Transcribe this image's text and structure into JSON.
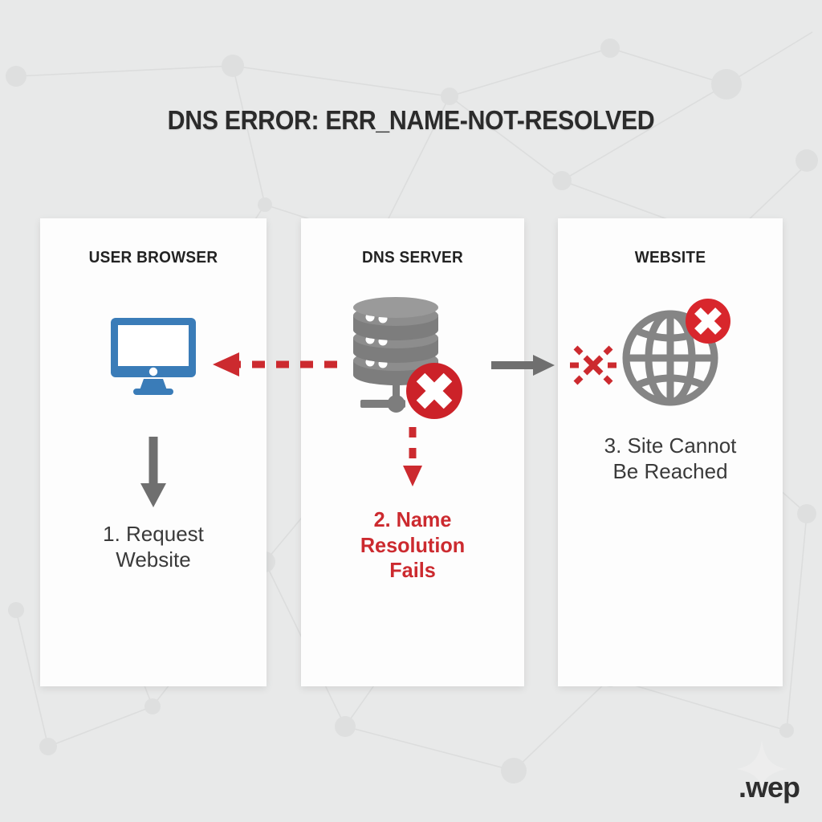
{
  "diagram": {
    "title": "DNS ERROR: ERR_NAME-NOT-RESOLVED",
    "background_color": "#e8e9e9",
    "panel_color": "#fdfdfd",
    "accent_error_color": "#cc2a2f",
    "accent_browser_color": "#3a7cb8",
    "accent_neutral_color": "#7d7d7d"
  },
  "panels": [
    {
      "id": "user-browser",
      "heading": "USER BROWSER",
      "icon": "desktop-monitor-icon",
      "caption_line_1": "1. Request",
      "caption_line_2": "Website",
      "caption_color": "#3a3a3a",
      "step_number": "1"
    },
    {
      "id": "dns-server",
      "heading": "DNS SERVER",
      "icon": "database-server-icon",
      "badge_icon": "error-x-badge-icon",
      "caption_line_1": "2. Name",
      "caption_line_2": "Resolution",
      "caption_line_3": "Fails",
      "caption_color": "#cc2a2f",
      "step_number": "2"
    },
    {
      "id": "website",
      "heading": "WEBSITE",
      "icon": "globe-icon",
      "badge_icon": "error-x-badge-icon",
      "caption_line_1": "3. Site Cannot",
      "caption_line_2": "Be Reached",
      "caption_color": "#3a3a3a",
      "step_number": "3"
    }
  ],
  "connectors": [
    {
      "id": "dns-to-browser",
      "icon": "arrow-left-dashed-icon",
      "direction": "left",
      "style": "dashed",
      "color": "#cc2a2f"
    },
    {
      "id": "dns-to-website",
      "icon": "arrow-right-solid-icon",
      "direction": "right",
      "style": "solid",
      "color": "#6f6f6f"
    },
    {
      "id": "user-browser-down",
      "icon": "arrow-down-solid-icon",
      "direction": "down",
      "style": "solid",
      "color": "#6f6f6f"
    },
    {
      "id": "dns-server-down",
      "icon": "arrow-down-dashed-icon",
      "direction": "down",
      "style": "dashed",
      "color": "#cc2a2f"
    }
  ],
  "decorations": {
    "broken_link_icon": "broken-connection-x-icon",
    "background_pattern": "network-nodes-pattern"
  },
  "watermark": {
    "text": ".wep",
    "shape_icon": "star-burst-icon"
  }
}
